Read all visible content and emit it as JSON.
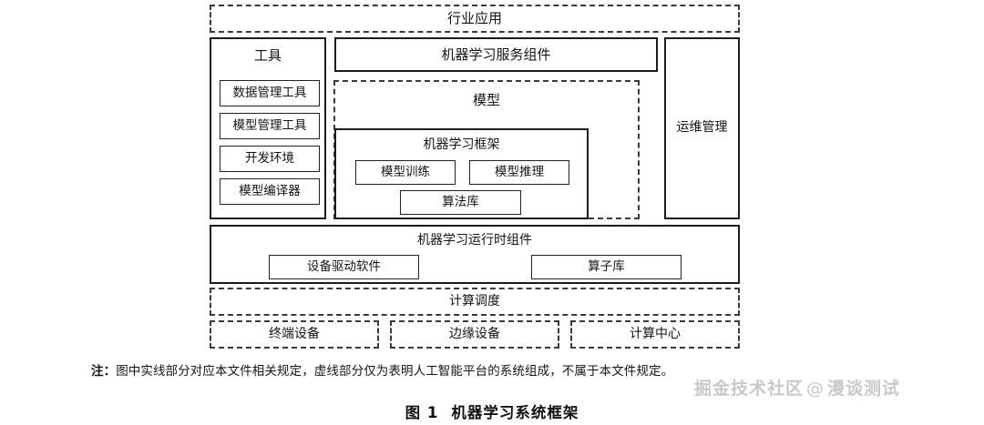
{
  "figure": {
    "caption_number": "图 1",
    "caption_title": "机器学习系统框架"
  },
  "note": {
    "label": "注：",
    "text": "图中实线部分对应本文件相关规定，虚线部分仅为表明人工智能平台的系统组成，不属于本文件规定。"
  },
  "watermark": {
    "site": "掘金技术社区",
    "at": "@",
    "author": "漫谈测试"
  },
  "diagram": {
    "industry_application": "行业应用",
    "ops_management": "运维管理",
    "tools": {
      "title": "工具",
      "items": [
        "数据管理工具",
        "模型管理工具",
        "开发环境",
        "模型编译器"
      ]
    },
    "service_component": "机器学习服务组件",
    "model": {
      "title": "模型",
      "framework": {
        "title": "机器学习框架",
        "items": [
          "模型训练",
          "模型推理",
          "算法库"
        ]
      }
    },
    "runtime": {
      "title": "机器学习运行时组件",
      "items": [
        "设备驱动软件",
        "算子库"
      ]
    },
    "compute_schedule": "计算调度",
    "infrastructure": [
      "终端设备",
      "边缘设备",
      "计算中心"
    ]
  },
  "colors": {
    "line": "#1c1c1c",
    "dashed_line": "#3a3a3a",
    "text": "#141414",
    "watermark": "#c9c9c9",
    "background": "#ffffff"
  }
}
